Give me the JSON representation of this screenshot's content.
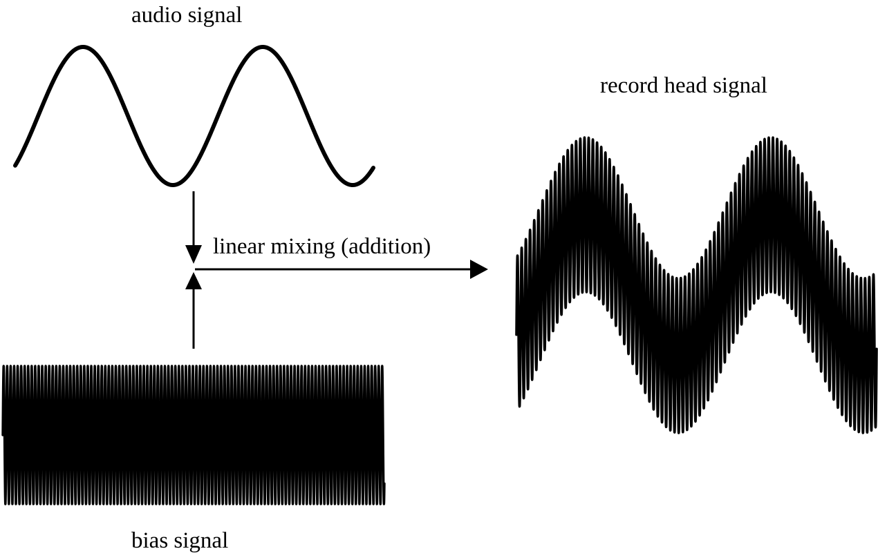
{
  "labels": {
    "audio": "audio signal",
    "bias": "bias signal",
    "mixing": "linear mixing (addition)",
    "record": "record head signal"
  },
  "signals": {
    "audio": {
      "cycles": 2,
      "relative_frequency": 1,
      "relative_amplitude": 1
    },
    "bias": {
      "relative_frequency": 40,
      "relative_amplitude": 1
    },
    "record": {
      "audio_cycles": 2,
      "bias_cycles": 80
    }
  },
  "colors": {
    "ink": "#000000",
    "background": "#ffffff"
  }
}
